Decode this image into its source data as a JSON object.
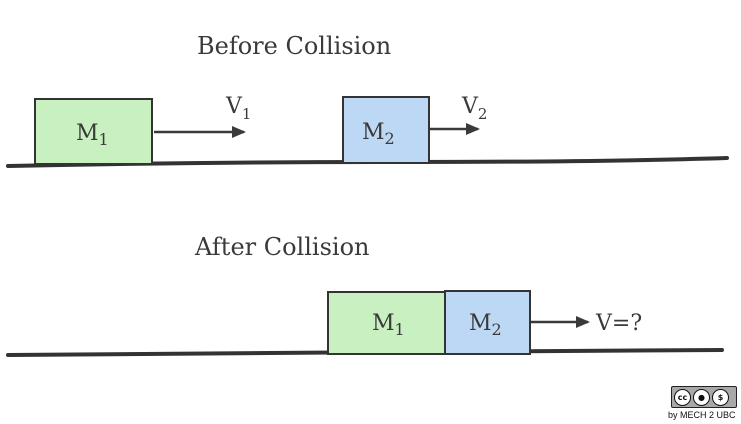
{
  "before": {
    "title": "Before Collision",
    "block1": {
      "label_main": "M",
      "label_sub": "1",
      "color": "#c8f0c0"
    },
    "block2": {
      "label_main": "M",
      "label_sub": "2",
      "color": "#bcd8f4"
    },
    "v1": {
      "label_main": "V",
      "label_sub": "1"
    },
    "v2": {
      "label_main": "V",
      "label_sub": "2"
    }
  },
  "after": {
    "title": "After Collision",
    "block1": {
      "label_main": "M",
      "label_sub": "1",
      "color": "#c8f0c0"
    },
    "block2": {
      "label_main": "M",
      "label_sub": "2",
      "color": "#bcd8f4"
    },
    "v": {
      "label": "V=?"
    }
  },
  "license": {
    "badge": {
      "cc": "cc",
      "by": "BY",
      "nc": "NC"
    },
    "credit": "by MECH 2 UBC"
  }
}
